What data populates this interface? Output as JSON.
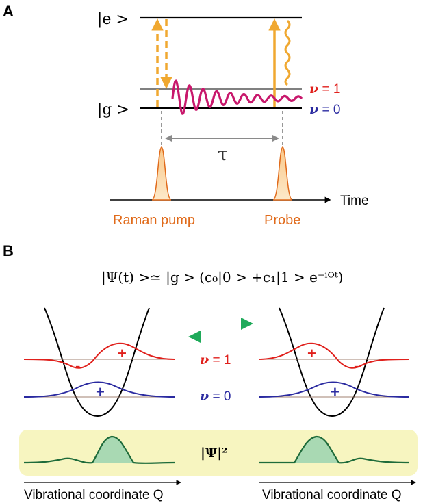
{
  "panel_a": {
    "label": "A",
    "excited_state": "|e >",
    "ground_state": "|g >",
    "nu1_symbol": "ν",
    "nu1_value": " = 1",
    "nu0_symbol": "ν",
    "nu0_value": " = 0",
    "delay": "τ",
    "time_axis": "Time",
    "pump_label": "Raman pump",
    "probe_label": "Probe"
  },
  "panel_b": {
    "label": "B",
    "equation": "|Ψ(t) >≃ |g > (c₀|0 > +c₁|1 > e⁻ⁱᴼᵗ)",
    "nu1_symbol": "ν",
    "nu1_value": " = 1",
    "nu0_symbol": "ν",
    "nu0_value": " = 0",
    "plus": "+",
    "minus": "-",
    "density_label": "|Ψ|²",
    "coord_left": "Vibrational coordinate Q",
    "coord_right": "Vibrational coordinate Q"
  },
  "colors": {
    "orange_arrow": "#f0a830",
    "pulse_orange": "#e06a1a",
    "wave_magenta": "#c8186c",
    "red": "#e0201c",
    "blue": "#2a2aa0",
    "green_arrow": "#1faa5a",
    "density_green": "#1e6b3a",
    "band_yellow": "#f7f5c0"
  }
}
